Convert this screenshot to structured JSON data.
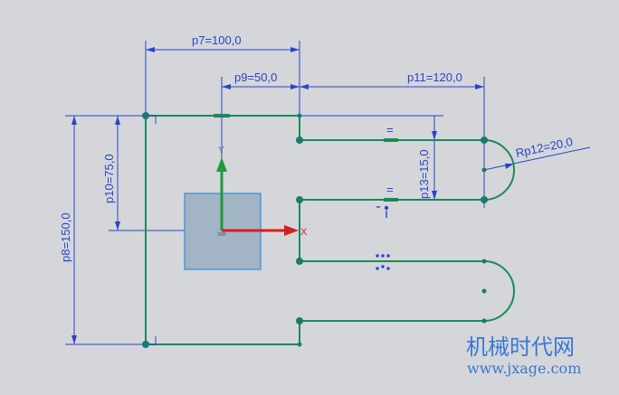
{
  "dimensions": {
    "p7": "p7=100,0",
    "p9": "p9=50,0",
    "p11": "p11=120,0",
    "p10": "p10=75,0",
    "p8": "p8=150,0",
    "p13": "p13=15,0",
    "rp12": "Rp12=20,0"
  },
  "axes": {
    "x_label": "X",
    "y_label": "Y"
  },
  "constraint_symbols": {
    "equal": "="
  },
  "watermark": {
    "name": "机械时代网",
    "url": "www.jxage.com"
  },
  "colors": {
    "background": "#d4d6da",
    "sketch_curve": "#1b8a5a",
    "dimension": "#2b44c8",
    "x_axis": "#d42020",
    "y_axis": "#1f9a3a",
    "coordinate_box": "#a3b4c4",
    "watermark": "#3a78d0"
  }
}
